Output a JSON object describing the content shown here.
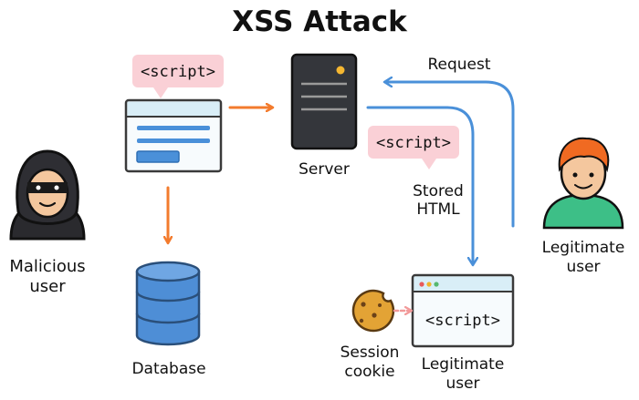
{
  "title": "XSS Attack",
  "nodes": {
    "attacker": {
      "label_line1": "Malicious",
      "label_line2": "user",
      "icon": "hooded-attacker-icon"
    },
    "attacker_form": {
      "tag": "<script>",
      "icon": "browser-form-icon"
    },
    "server": {
      "label": "Server",
      "icon": "server-icon"
    },
    "database": {
      "label": "Database",
      "icon": "database-icon"
    },
    "stored_payload": {
      "tag": "<script>",
      "caption_line1": "Stored",
      "caption_line2": "HTML"
    },
    "victim": {
      "label_line1": "Legitimate",
      "label_line2": "user",
      "icon": "user-avatar-icon"
    },
    "victim_browser": {
      "tag": "<script>",
      "label_line1": "Legitimate",
      "label_line2": "user",
      "icon": "browser-window-icon"
    },
    "cookie": {
      "label_line1": "Session",
      "label_line2": "cookie",
      "icon": "cookie-icon"
    }
  },
  "edges": {
    "request_label": "Request"
  },
  "colors": {
    "orange_arrow": "#F37B2D",
    "blue_arrow": "#4A90D9",
    "tag_bubble": "#FAD0D6",
    "browser_frame": "#D9EEF7",
    "database": "#4E8ED6",
    "victim_shirt": "#3DBF87",
    "victim_hair": "#F06A22",
    "cookie": "#E3A335",
    "dashed_arrow": "#F29A9A"
  }
}
